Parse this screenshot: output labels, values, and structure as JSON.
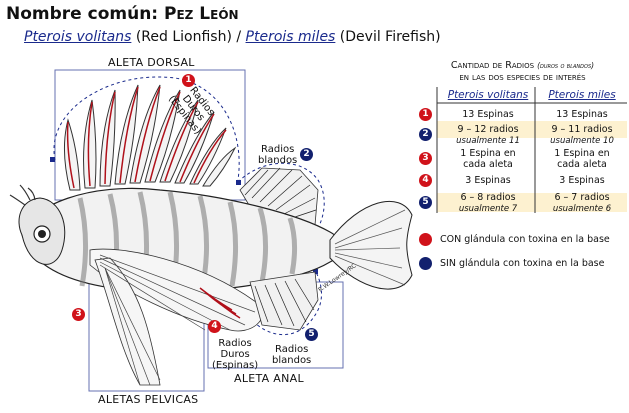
{
  "title": {
    "prefix": "Nombre común: ",
    "name": "Pez León"
  },
  "subtitle": {
    "sp1": "Pterois volitans",
    "sp1_common": " (Red Lionfish) / ",
    "sp2": "Pterois miles",
    "sp2_common": " (Devil Firefish)"
  },
  "labels": {
    "aleta_dorsal": "ALETA DORSAL",
    "radios_duros_1": "Radios",
    "radios_duros_2": "Duros",
    "radios_duros_3": "(Espinas)",
    "radios_blandos_1": "Radios",
    "radios_blandos_2": "blandos",
    "anal_duros_1": "Radios",
    "anal_duros_2": "Duros",
    "anal_duros_3": "(Espinas)",
    "anal_blandos_1": "Radios",
    "anal_blandos_2": "blandos",
    "aleta_anal": "ALETA ANAL",
    "aletas_pelvicas": "ALETAS PELVICAS",
    "signature": "R.W.Lowrey/RC"
  },
  "colors": {
    "red": "#d0121a",
    "navy": "#12206e",
    "highlight": "#fdf1d0",
    "box": "#6670b0"
  },
  "table": {
    "heading_1": "Cantidad de Radios",
    "heading_small": "(duros o blandos)",
    "heading_2": "en las dos especies de interés",
    "col1": "Pterois volitans",
    "col2": "Pterois miles",
    "rows": [
      {
        "num": "1",
        "color": "red",
        "v1": "13 Espinas",
        "n1": "",
        "v2": "13 Espinas",
        "n2": ""
      },
      {
        "num": "2",
        "color": "navy",
        "v1": "9 – 12 radios",
        "n1": "usualmente 11",
        "v2": "9 – 11 radios",
        "n2": "usualmente 10"
      },
      {
        "num": "3",
        "color": "red",
        "v1": "1 Espina en cada aleta",
        "n1": "",
        "v2": "1 Espina en cada aleta",
        "n2": ""
      },
      {
        "num": "4",
        "color": "red",
        "v1": "3 Espinas",
        "n1": "",
        "v2": "3 Espinas",
        "n2": ""
      },
      {
        "num": "5",
        "color": "navy",
        "v1": "6 – 8 radios",
        "n1": "usualmente 7",
        "v2": "6 – 7 radios",
        "n2": "usualmente 6"
      }
    ],
    "legend_red": "CON glándula con toxina en la base",
    "legend_navy": "SIN glándula con toxina en la base"
  },
  "badges": {
    "b1": "1",
    "b2": "2",
    "b3": "3",
    "b4": "4",
    "b5": "5"
  }
}
